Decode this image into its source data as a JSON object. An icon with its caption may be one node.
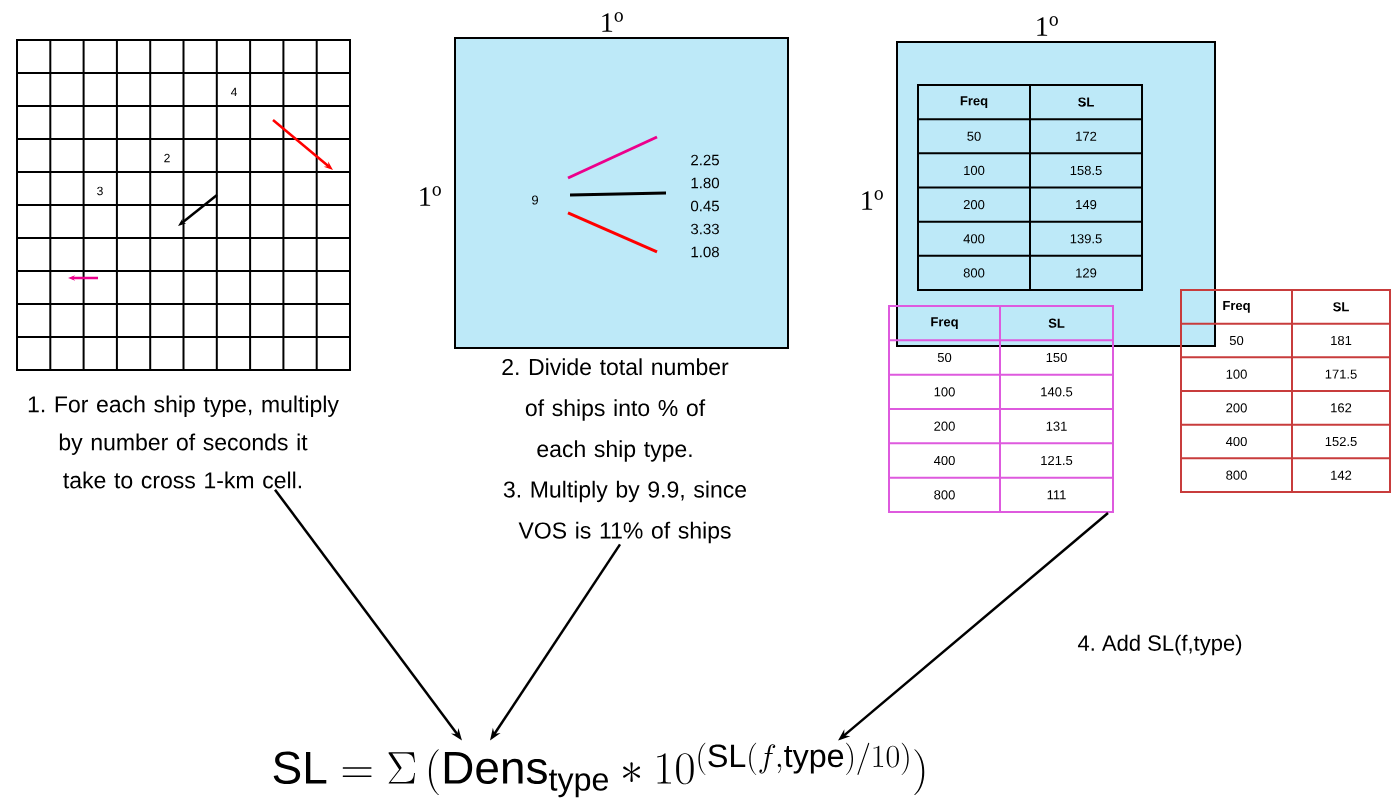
{
  "diagram": {
    "nodes": [
      {
        "text": [
          "4",
          "2",
          "3"
        ]
      },
      {
        "text": [
          "1. For each ship type, multiply by number of seconds it take to cross 1-km cell."
        ]
      },
      {
        "text": [
          "9",
          "2.25 1.80 0.45 3.33 1.08"
        ],
        "beside": [
          "1$^{o}$",
          "1$^{o}$"
        ]
      },
      {
        "text": [
          "2. Divide total number of ships into % of each ship type."
        ]
      },
      {
        "text": [
          "3. Multiply by 9.9, since VOS is 11% of ships"
        ]
      },
      {
        "text": [],
        "shape": "box",
        "beside": [
          "1$^{o}$",
          "1$^{o}$"
        ]
      },
      {
        "text": [
          "Freq",
          "SL",
          "50",
          "172",
          "100",
          "158.5",
          "200",
          "149",
          "400",
          "139.5",
          "800",
          "129"
        ],
        "in": 5
      },
      {
        "text": [
          "Freq",
          "SL",
          "50",
          "150",
          "100",
          "140.5",
          "200",
          "131",
          "400",
          "121.5",
          "800",
          "111"
        ]
      },
      {
        "text": [
          "Freq",
          "SL",
          "50",
          "181",
          "100",
          "171.5",
          "200",
          "162",
          "400",
          "152.5",
          "800",
          "142"
        ]
      },
      {
        "text": [
          "\\mathrm{SL} = \\Sigma\\,(\\mathrm{Dens}_{\\mathrm{type}} * 10^{(\\mathrm{SL}(f,\\mathrm{type})/10)})"
        ]
      }
    ],
    "edges": [
      {
        "from": 1,
        "to": 9,
        "arrow": "to"
      },
      {
        "from": 4,
        "to": 9,
        "arrow": "to"
      },
      {
        "from": 7,
        "to": 9,
        "arrow": "to",
        "label": "4. Add SL(f,type)"
      }
    ]
  }
}
